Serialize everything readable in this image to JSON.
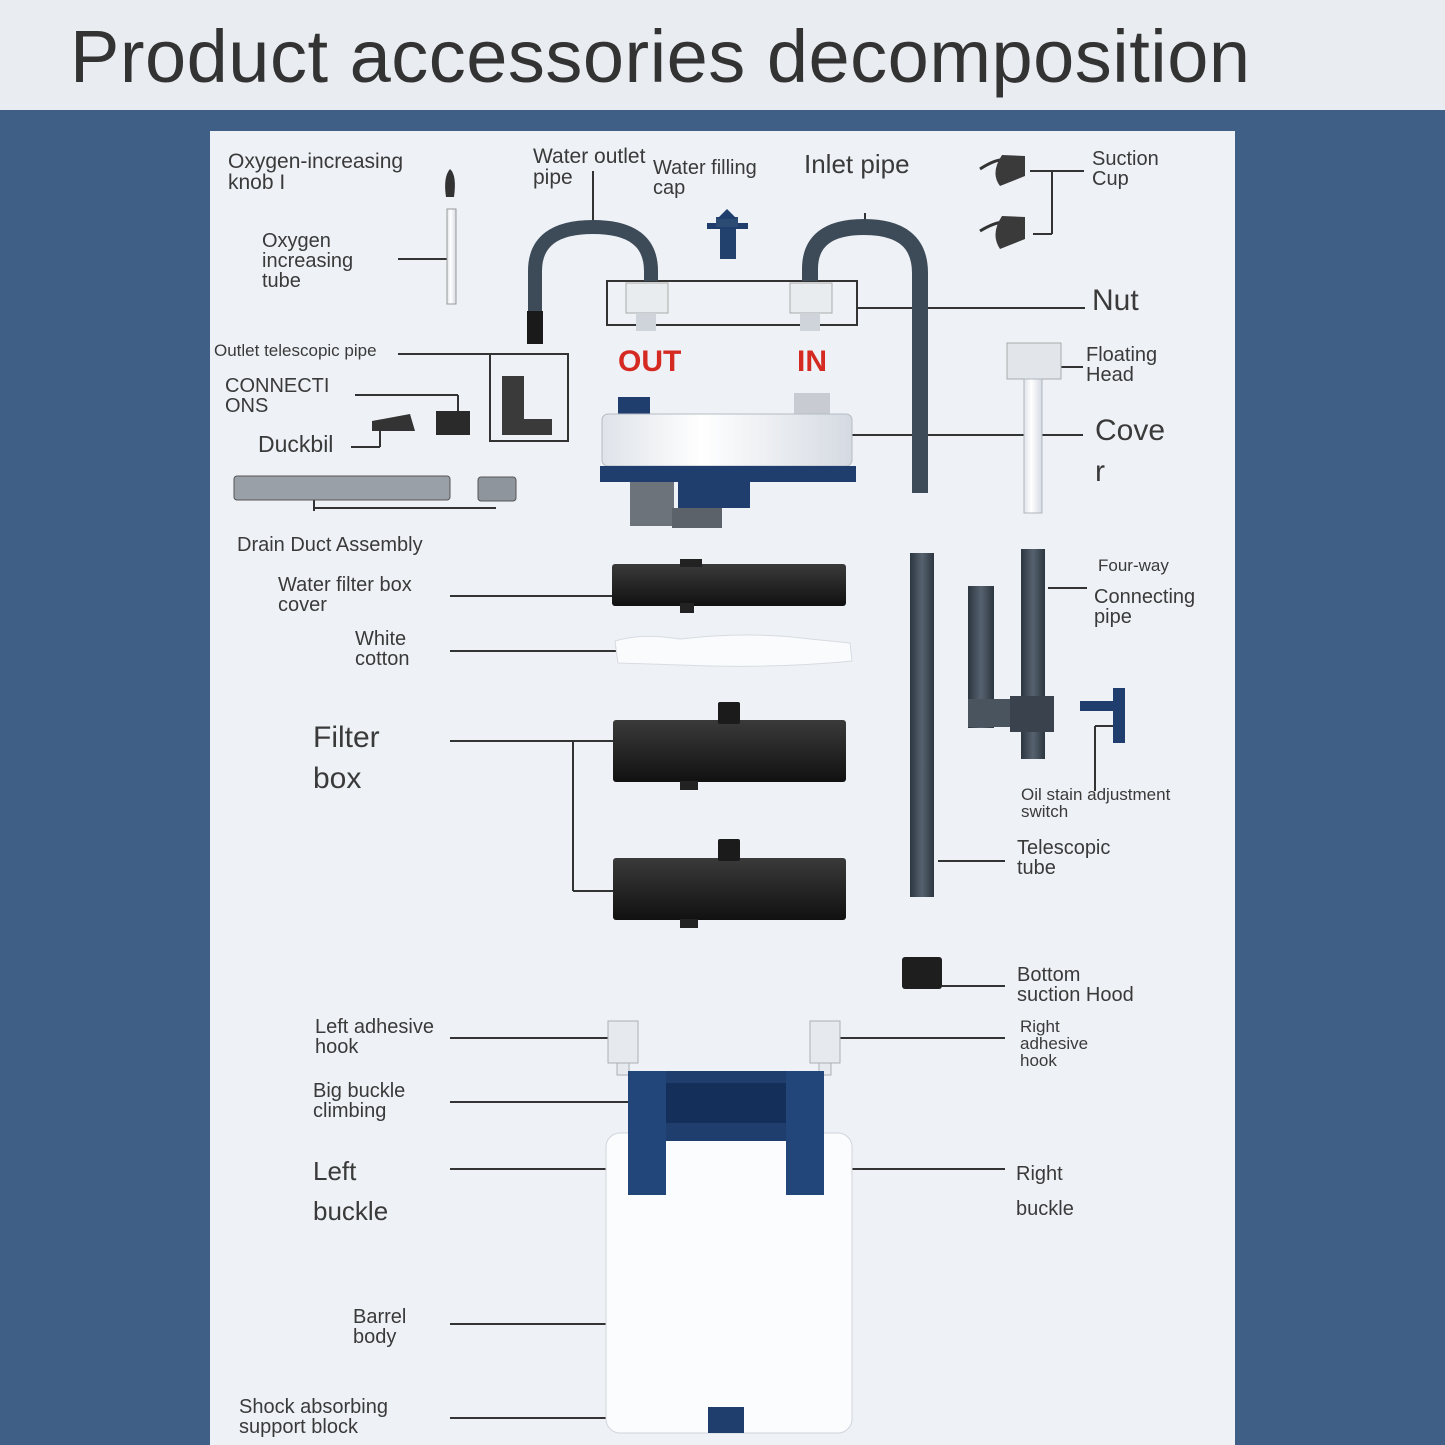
{
  "title": "Product accessories decomposition",
  "labels": {
    "oxygen_knob": "Oxygen-increasing\nknob I",
    "oxygen_tube": "Oxygen\nincreasing\ntube",
    "water_outlet_pipe": "Water outlet\npipe",
    "water_filling_cap": "Water filling\ncap",
    "inlet_pipe": "Inlet pipe",
    "suction_cup": "Suction\nCup",
    "nut": "Nut",
    "outlet_telescopic_pipe": "Outlet telescopic pipe",
    "connections": "CONNECTI\nONS",
    "duckbill": "Duckbil",
    "out": "OUT",
    "in": "IN",
    "floating_head": "Floating\nHead",
    "cover": "Cove\nr",
    "drain_duct": "Drain Duct Assembly",
    "filter_box_cover": "Water filter box\ncover",
    "white_cotton": "White\ncotton",
    "filter_box": "Filter\nbox",
    "four_way_a": "Four-way",
    "four_way_b": "Connecting\npipe",
    "oil_switch": "Oil stain adjustment\nswitch",
    "telescopic_tube": "Telescopic\ntube",
    "bottom_hood": "Bottom\nsuction Hood",
    "left_hook": "Left adhesive\nhook",
    "right_hook": "Right\nadhesive\nhook",
    "big_buckle": "Big buckle\nclimbing",
    "left_buckle": "Left\nbuckle",
    "right_buckle": "Right\nbuckle",
    "barrel_body": "Barrel\nbody",
    "shock_block": "Shock absorbing\nsupport block"
  },
  "colors": {
    "background": "#3f5f86",
    "header": "#e9ecf1",
    "panel": "#eef1f6",
    "accent_blue": "#1f3e6e",
    "dark_part": "#222222",
    "pipe": "#3d4a58",
    "out_in_label": "#d42a22"
  }
}
